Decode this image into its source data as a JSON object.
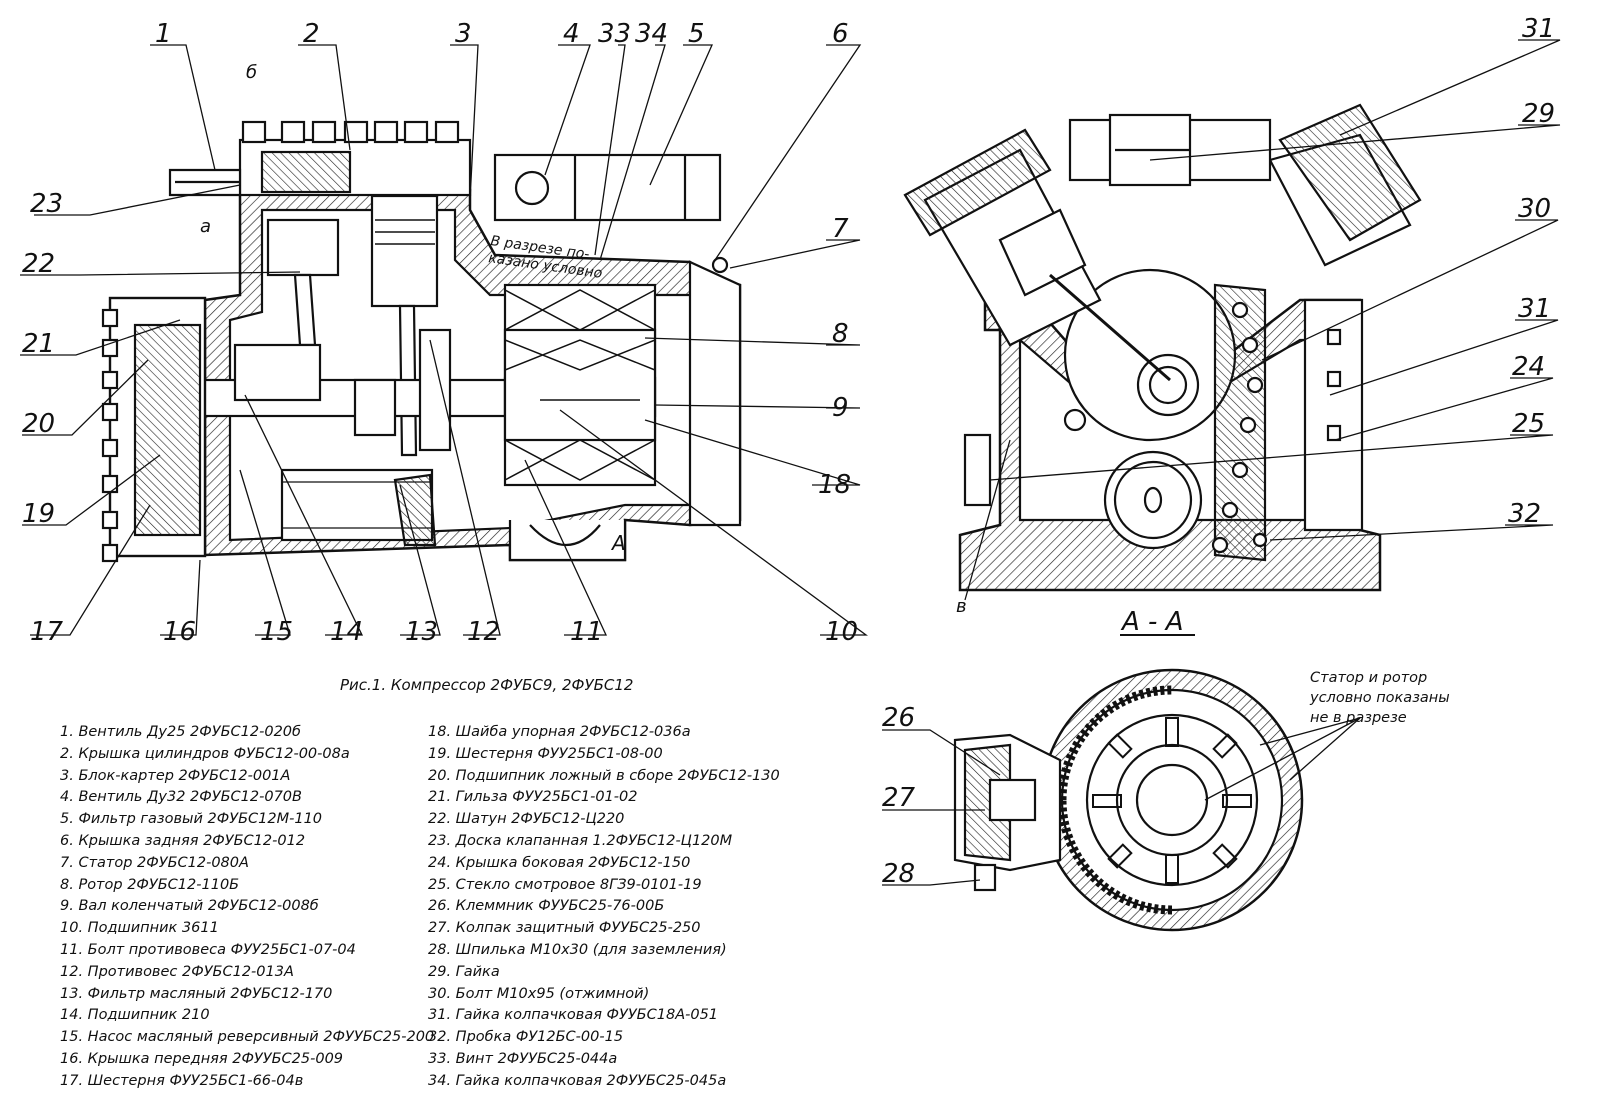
{
  "figure": {
    "caption": "Рис.1. Компрессор 2ФУБС9, 2ФУБС12",
    "section_label": "А - А",
    "section_marker": "А",
    "sub_labels": {
      "a": "а",
      "b": "б",
      "v": "в"
    },
    "cut_note": [
      "В разрезе по-",
      "казано условно"
    ],
    "stator_note": [
      "Статор и ротор",
      "условно показаны",
      "не в разрезе"
    ]
  },
  "callouts": {
    "n1": "1",
    "n2": "2",
    "n3": "3",
    "n4": "4",
    "n5": "5",
    "n6": "6",
    "n7": "7",
    "n8": "8",
    "n9": "9",
    "n10": "10",
    "n11": "11",
    "n12": "12",
    "n13": "13",
    "n14": "14",
    "n15": "15",
    "n16": "16",
    "n17": "17",
    "n18": "18",
    "n19": "19",
    "n20": "20",
    "n21": "21",
    "n22": "22",
    "n23": "23",
    "n24": "24",
    "n25": "25",
    "n26": "26",
    "n27": "27",
    "n28": "28",
    "n29": "29",
    "n30": "30",
    "n31a": "31",
    "n31b": "31",
    "n32": "32",
    "n33": "33",
    "n34": "34"
  },
  "legend": {
    "col1": [
      "1. Вентиль Ду25 2ФУБС12-020б",
      "2. Крышка цилиндров ФУБС12-00-08а",
      "3. Блок-картер 2ФУБС12-001А",
      "4. Вентиль Ду32 2ФУБС12-070В",
      "5. Фильтр газовый 2ФУБС12М-110",
      "6. Крышка задняя 2ФУБС12-012",
      "7. Статор 2ФУБС12-080А",
      "8. Ротор 2ФУБС12-110Б",
      "9. Вал коленчатый 2ФУБС12-008б",
      "10. Подшипник 3611",
      "11. Болт противовеса ФУУ25БС1-07-04",
      "12. Противовес 2ФУБС12-013А",
      "13. Фильтр масляный 2ФУБС12-170",
      "14. Подшипник 210",
      "15. Насос масляный реверсивный 2ФУУБС25-200",
      "16. Крышка передняя 2ФУУБС25-009",
      "17. Шестерня ФУУ25БС1-66-04в"
    ],
    "col2": [
      "18. Шайба упорная 2ФУБС12-036а",
      "19. Шестерня ФУУ25БС1-08-00",
      "20. Подшипник ложный в сборе 2ФУБС12-130",
      "21. Гильза ФУУ25БС1-01-02",
      "22. Шатун 2ФУБС12-Ц220",
      "23. Доска клапанная 1.2ФУБС12-Ц120М",
      "24. Крышка боковая 2ФУБС12-150",
      "25. Стекло смотровое 8ГЗ9-0101-19",
      "26. Клеммник ФУУБС25-76-00Б",
      "27. Колпак защитный ФУУБС25-250",
      "28. Шпилька М10х30 (для заземления)",
      "29. Гайка",
      "30. Болт М10х95 (отжимной)",
      "31. Гайка колпачковая ФУУБС18А-051",
      "32. Пробка ФУ12БС-00-15",
      "33. Винт 2ФУУБС25-044а",
      "34. Гайка колпачковая 2ФУУБС25-045а"
    ]
  }
}
